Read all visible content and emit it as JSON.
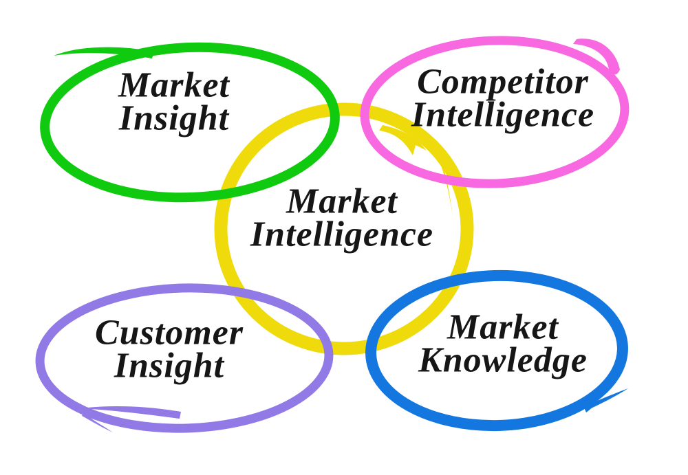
{
  "background": "#ffffff",
  "text_color": "#161616",
  "diagram": {
    "type": "venn-style concept diagram, five hand-drawn marker ellipses",
    "center": {
      "id": "market-intelligence",
      "line1": "Market",
      "line2": "Intelligence",
      "label": "Market Intelligence",
      "color": "#EFDB0C"
    },
    "nodes": [
      {
        "id": "market-insight",
        "line1": "Market",
        "line2": "Insight",
        "label": "Market Insight",
        "color": "#10CA10",
        "position": "top-left"
      },
      {
        "id": "competitor-intelligence",
        "line1": "Competitor",
        "line2": "Intelligence",
        "label": "Competitor Intelligence",
        "color": "#F768E1",
        "position": "top-right"
      },
      {
        "id": "customer-insight",
        "line1": "Customer",
        "line2": "Insight",
        "label": "Customer Insight",
        "color": "#9179E6",
        "position": "bottom-left"
      },
      {
        "id": "market-knowledge",
        "line1": "Market",
        "line2": "Knowledge",
        "label": "Market Knowledge",
        "color": "#1377DF",
        "position": "bottom-right"
      }
    ]
  }
}
